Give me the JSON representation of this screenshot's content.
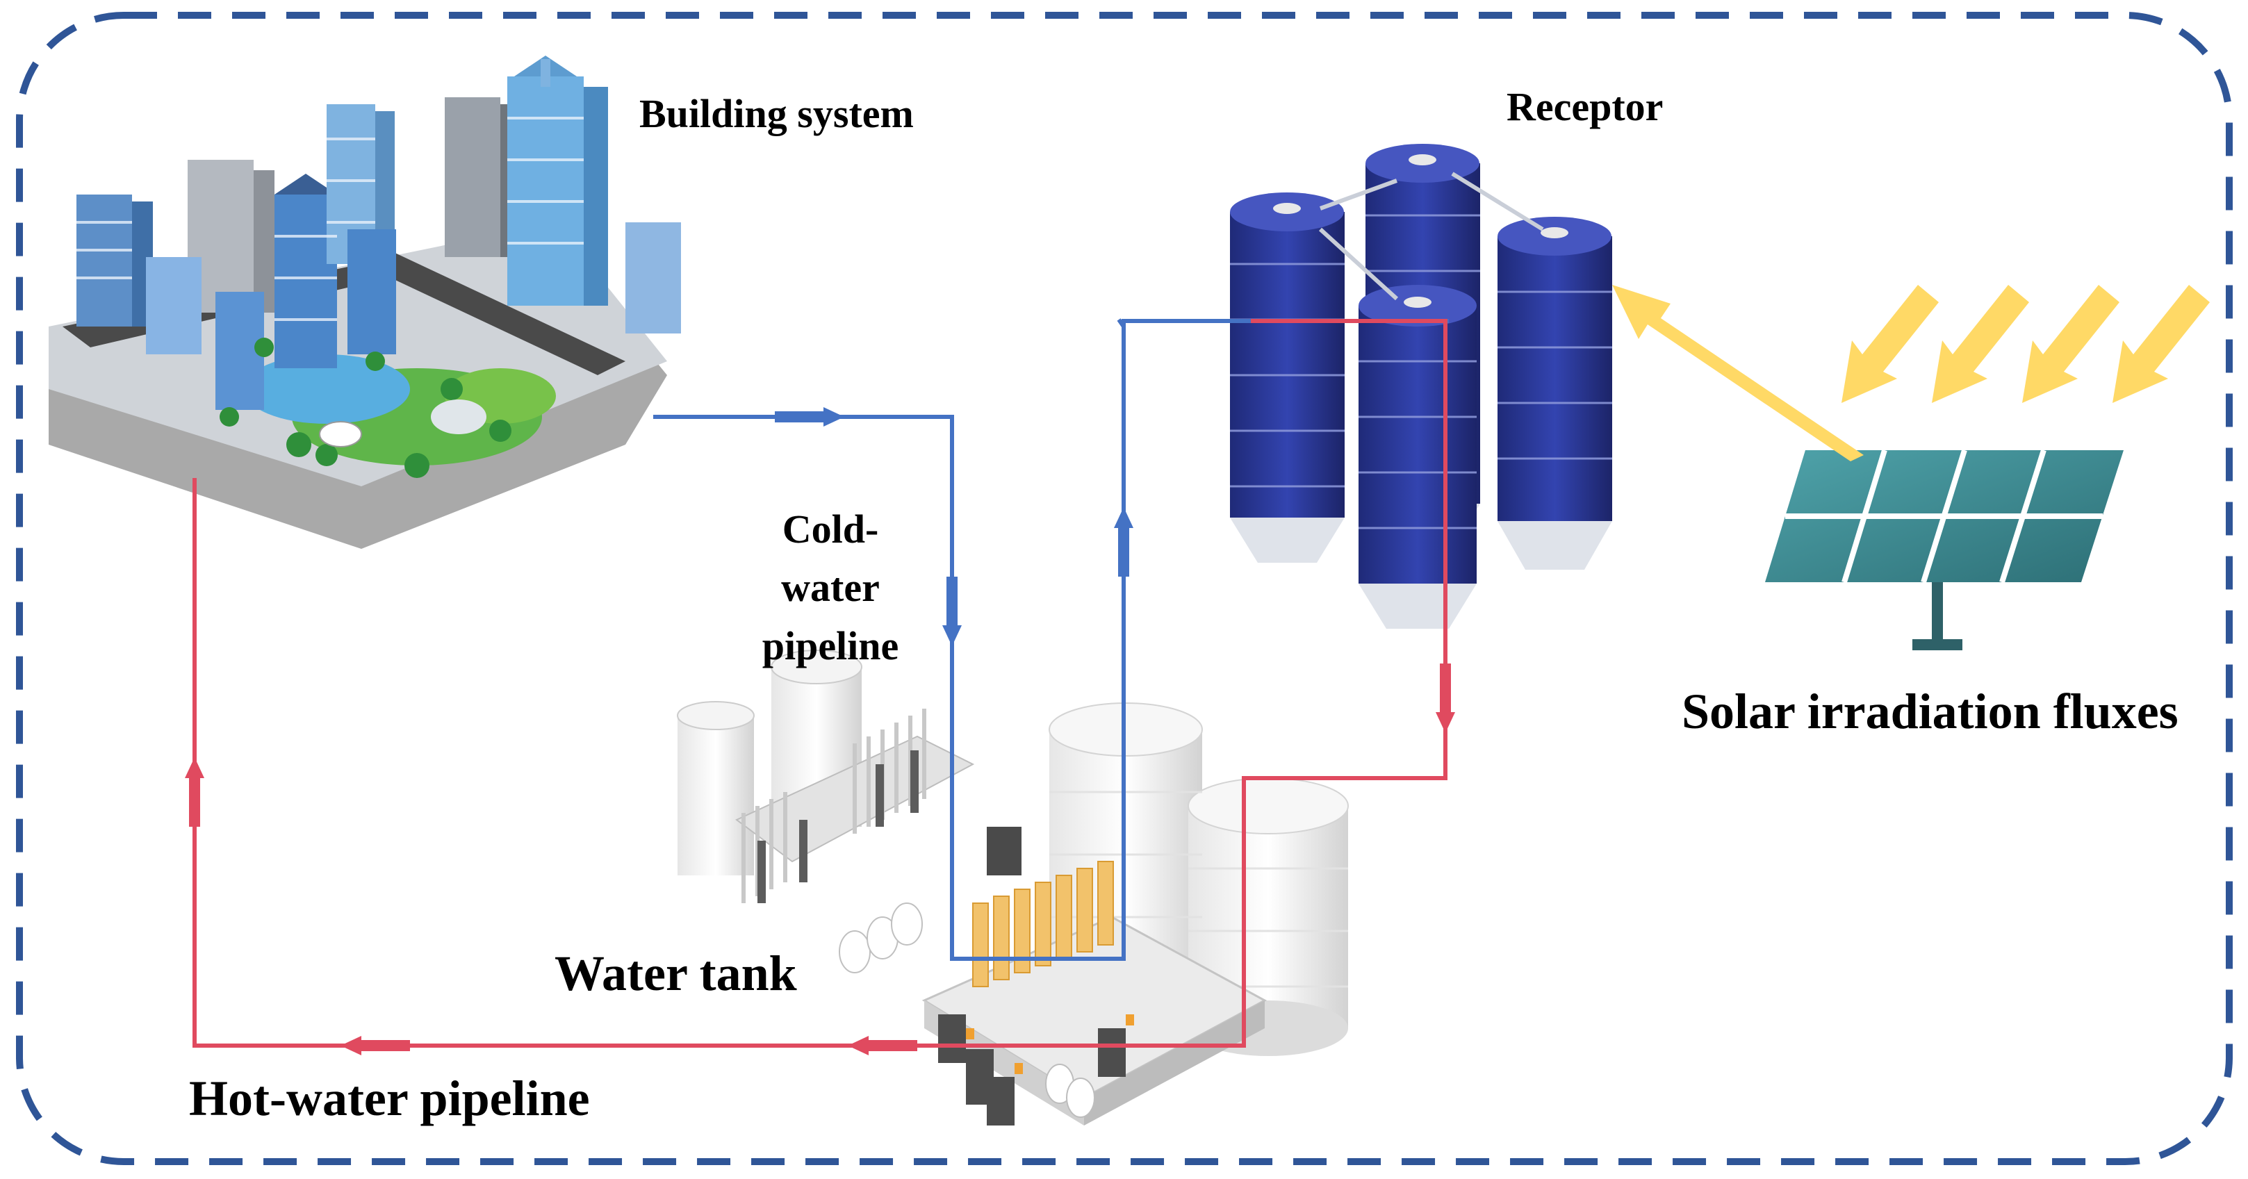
{
  "labels": {
    "building_system": "Building system",
    "receptor": "Receptor",
    "cold_water_pipeline": [
      "Cold-",
      "water",
      "pipeline"
    ],
    "water_tank": "Water tank",
    "hot_water_pipeline": "Hot-water pipeline",
    "solar_irradiation_fluxes": "Solar irradiation fluxes"
  },
  "colors": {
    "frame": "#2f5597",
    "cold_pipe": "#4472c4",
    "hot_pipe": "#e04a5f",
    "solar_arrow": "#ffd966",
    "panel": "#3c8c94",
    "silo": "#2e3d9a"
  }
}
